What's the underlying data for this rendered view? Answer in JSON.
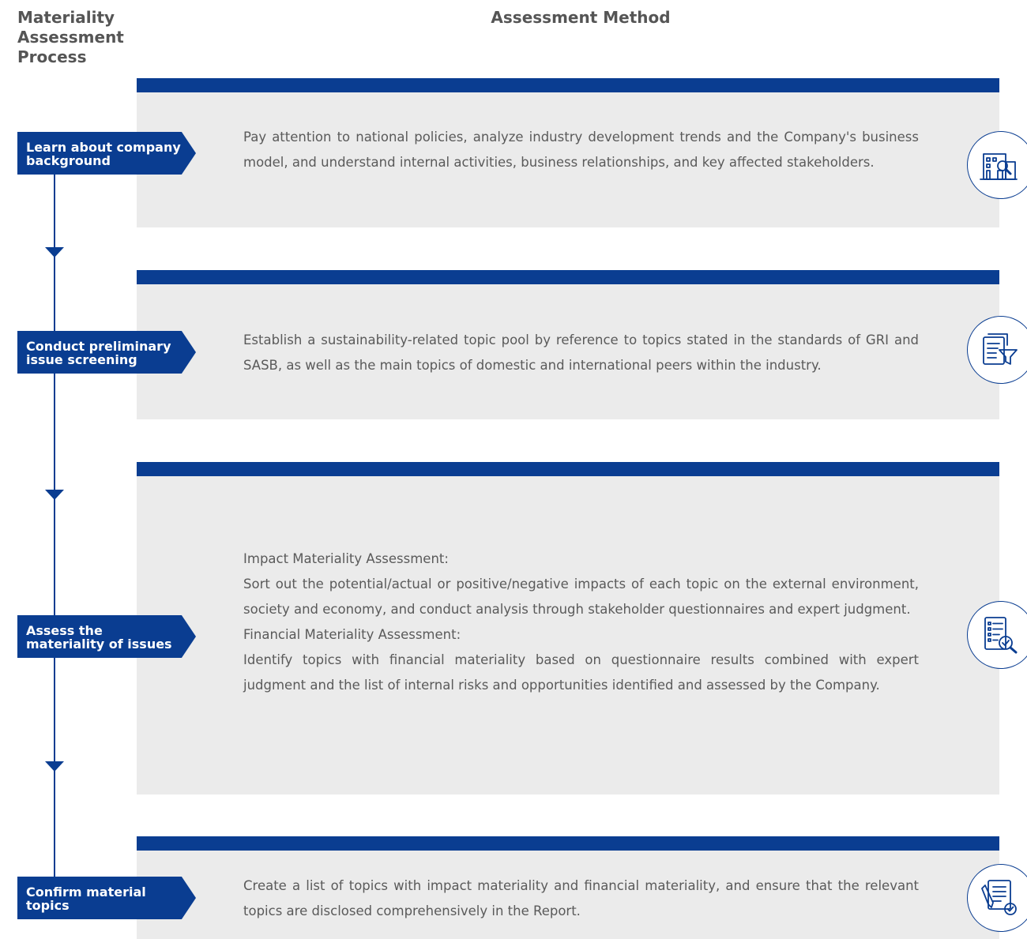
{
  "header": {
    "process_title": "Materiality Assessment Process",
    "method_title": "Assessment Method"
  },
  "steps": [
    {
      "label": "Learn about company background",
      "icon": "company-building-search-icon",
      "paragraphs": [
        "Pay attention to national policies, analyze industry development trends and the Company's business model, and understand internal activities, business relationships, and key affected stakeholders."
      ]
    },
    {
      "label": "Conduct preliminary issue screening",
      "icon": "document-filter-icon",
      "paragraphs": [
        "Establish a sustainability-related topic pool by reference to topics stated in the standards of GRI and SASB, as well as the main topics of domestic and international peers within the industry."
      ]
    },
    {
      "label": "Assess the materiality of issues",
      "icon": "report-check-magnifier-icon",
      "paragraphs": [
        "Impact Materiality Assessment:",
        "Sort out the potential/actual or positive/negative impacts of each topic on the external environment, society and economy, and conduct analysis through stakeholder questionnaires and expert judgment.",
        "Financial Materiality Assessment:",
        "Identify topics with financial materiality based on questionnaire results combined with expert judgment and the list of internal risks and opportunities identified and assessed by the Company."
      ]
    },
    {
      "label": "Confirm material topics",
      "icon": "document-pen-check-icon",
      "paragraphs": [
        "Create a list of topics with impact materiality and financial materiality, and ensure that the relevant topics are disclosed comprehensively in the Report."
      ]
    }
  ],
  "colors": {
    "brand_blue": "#0a3d91",
    "card_background": "#ebebeb",
    "text_gray": "#5a5a5a"
  }
}
